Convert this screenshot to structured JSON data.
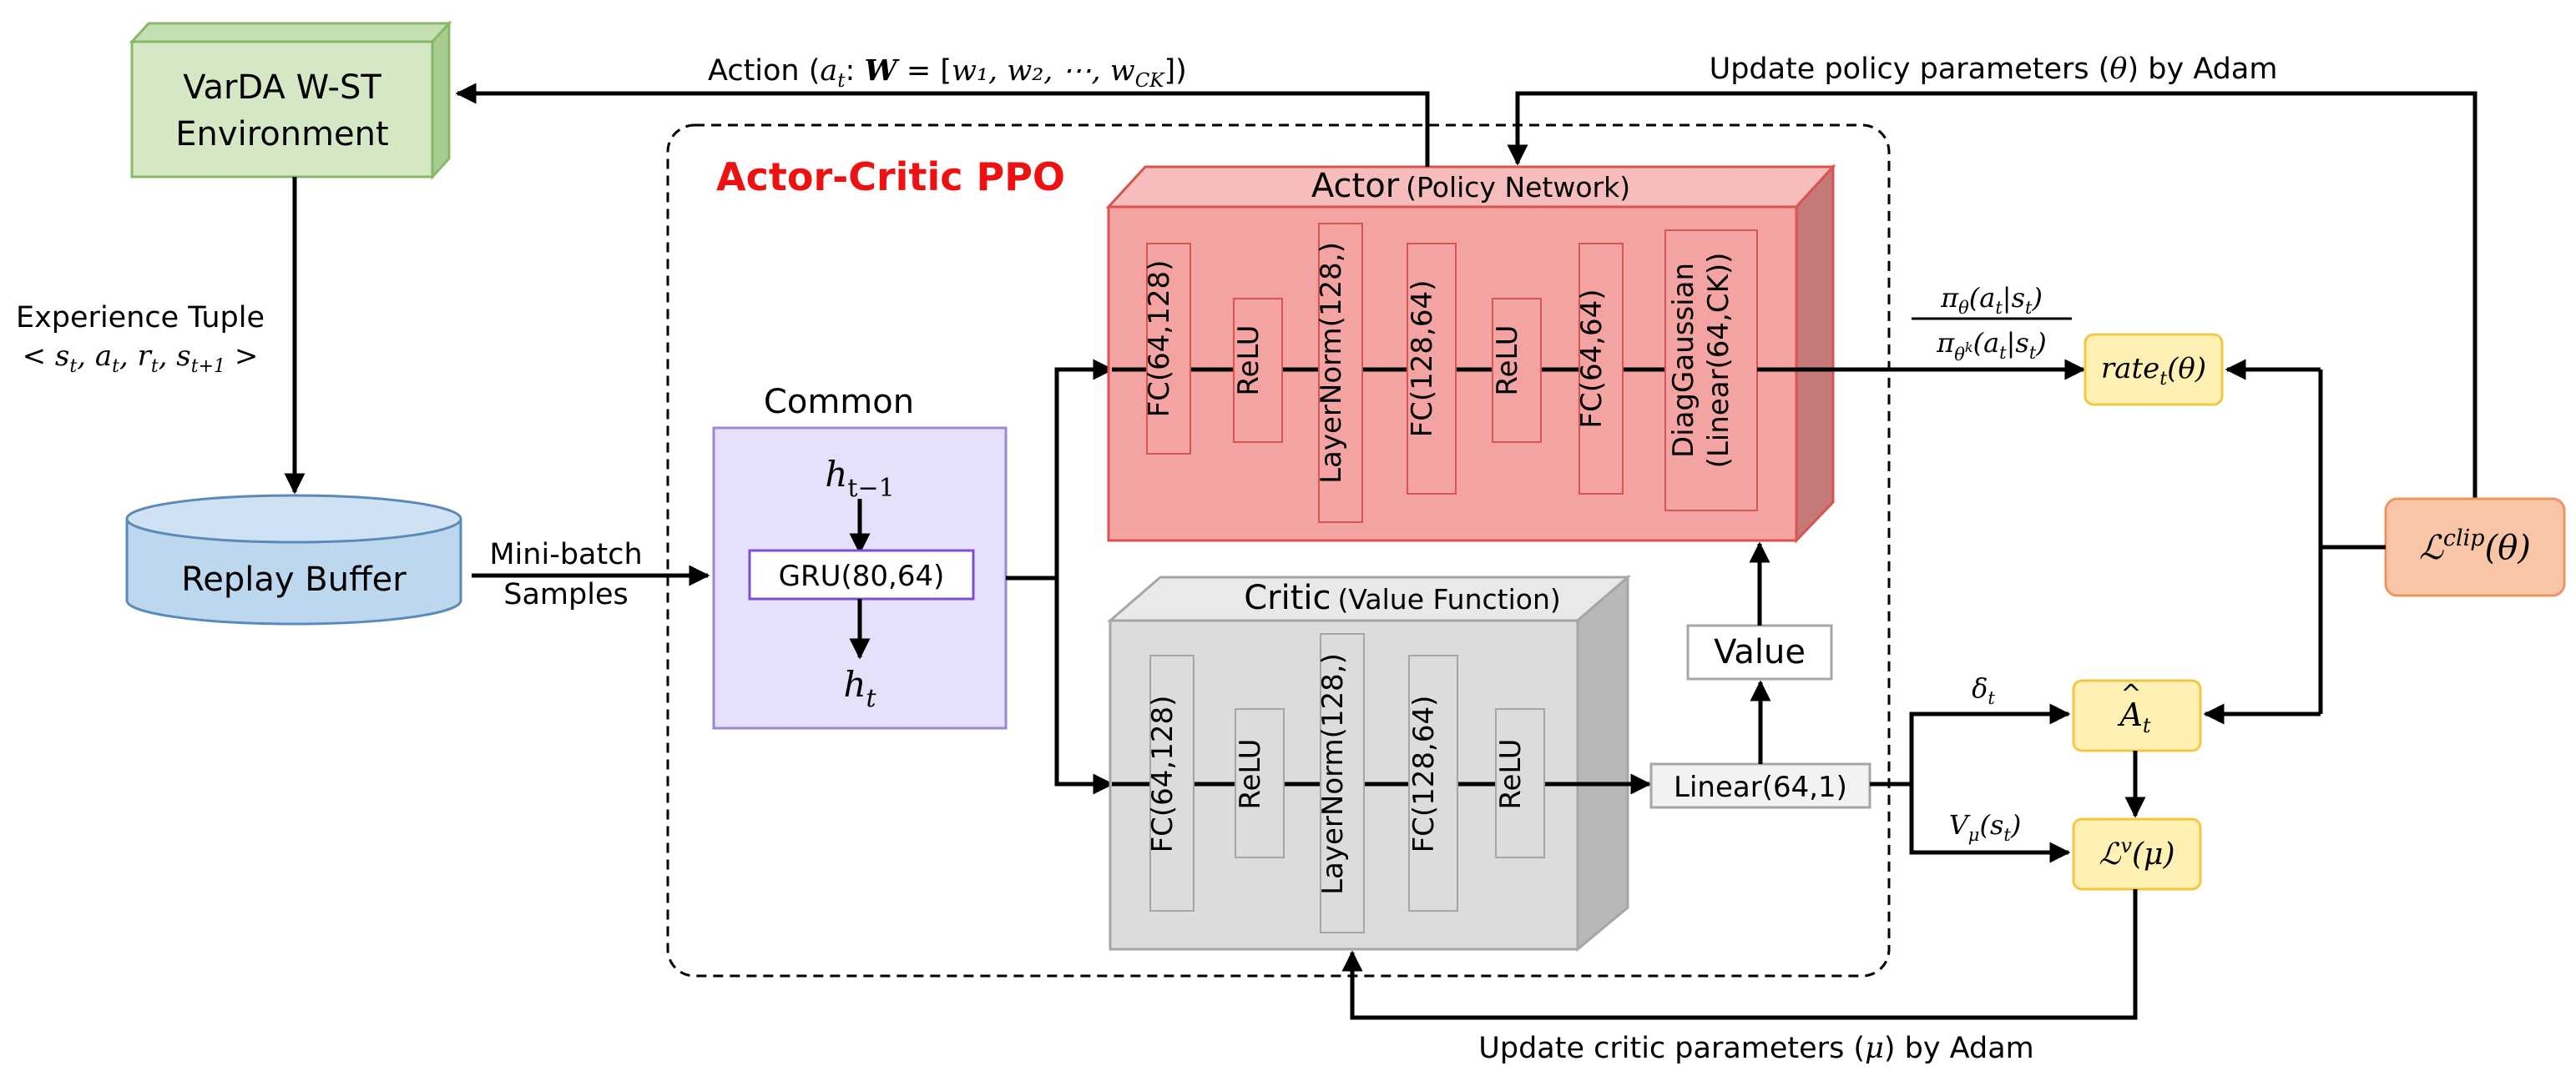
{
  "env": {
    "line1": "VarDA W-ST",
    "line2": "Environment"
  },
  "experience": {
    "line1": "Experience Tuple",
    "line2": "< s_t, a_t, r_t, s_t+1 >"
  },
  "replay_buffer": {
    "label": "Replay Buffer"
  },
  "minibatch": {
    "line1": "Mini-batch",
    "line2": "Samples"
  },
  "ppo_title": "Actor-Critic PPO",
  "common": {
    "title": "Common",
    "h_prev": "h",
    "h_prev_sub": "t−1",
    "gru": "GRU(80,64)",
    "h_curr": "h",
    "h_curr_sub": "t"
  },
  "action": {
    "prefix": "Action (",
    "a": "a",
    "a_sub": "t",
    "mid": ": ",
    "w": "W",
    "eq": " = [",
    "items": "w₁, w₂, ⋯, w",
    "last_sub": "CK",
    "suffix": "])"
  },
  "update_policy": {
    "prefix": "Update policy parameters (",
    "theta": "θ",
    "suffix": ") by Adam"
  },
  "update_critic": {
    "prefix": "Update critic parameters (",
    "mu": "μ",
    "suffix": ") by Adam"
  },
  "actor": {
    "title": "Actor",
    "subtitle": "(Policy Network)",
    "layers": [
      "FC(64,128)",
      "ReLU",
      "LayerNorm(128,)",
      "FC(128,64)",
      "ReLU",
      "FC(64,64)",
      "DiagGaussian",
      "(Linear(64,CK))"
    ]
  },
  "critic": {
    "title": "Critic",
    "subtitle": "(Value Function)",
    "layers": [
      "FC(64,128)",
      "ReLU",
      "LayerNorm(128,)",
      "FC(128,64)",
      "ReLU"
    ]
  },
  "value_box": "Value",
  "linear_box": "Linear(64,1)",
  "ratio": {
    "num": "π_θ(a_t|s_t)",
    "den": "π_θ^k(a_t|s_t)"
  },
  "rate": "rate_t(θ)",
  "lclip": "ℒ^clip(θ)",
  "advantage": "Â_t",
  "lv": "ℒ^v(μ)",
  "delta": "δ_t",
  "v_mu": "V_μ(s_t)",
  "colors": {
    "env_fill": "#d5e8c6",
    "env_stroke": "#86b86a",
    "buffer_fill": "#bdd7ee",
    "buffer_stroke": "#5b8ab8",
    "common_fill": "#e6e0fb",
    "common_stroke": "#9b87d6",
    "gru_stroke": "#7a4fd1",
    "actor_fill": "#f4a3a3",
    "actor_stroke": "#d9534f",
    "critic_fill": "#dcdcdc",
    "critic_stroke": "#a6a6a6",
    "ppo_title": "#ee1111",
    "yellow_fill": "#fff0b3",
    "yellow_stroke": "#f2c744",
    "orange_fill": "#f8c6a6",
    "orange_stroke": "#ee9462"
  }
}
